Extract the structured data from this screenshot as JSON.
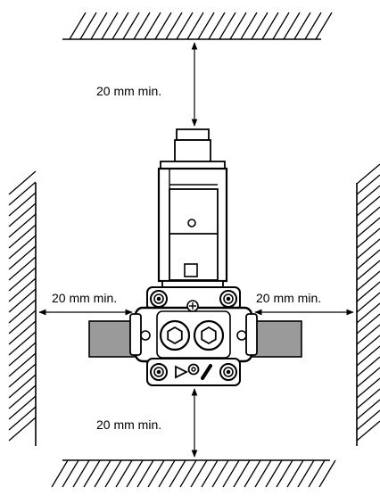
{
  "clearance": {
    "top_label": "20 mm min.",
    "left_label": "20 mm min.",
    "right_label": "20 mm min.",
    "bottom_label": "20 mm min."
  },
  "colors": {
    "line": "#000000",
    "pipe": "#9a9a9a",
    "background": "#ffffff"
  },
  "icons": {
    "wall": "hatched-wall",
    "arrow": "double-headed-arrow",
    "flow": "flow-direction-arrow-icon",
    "gauge": "gauge-port-icon",
    "adjust": "adjust-screw-icon"
  }
}
